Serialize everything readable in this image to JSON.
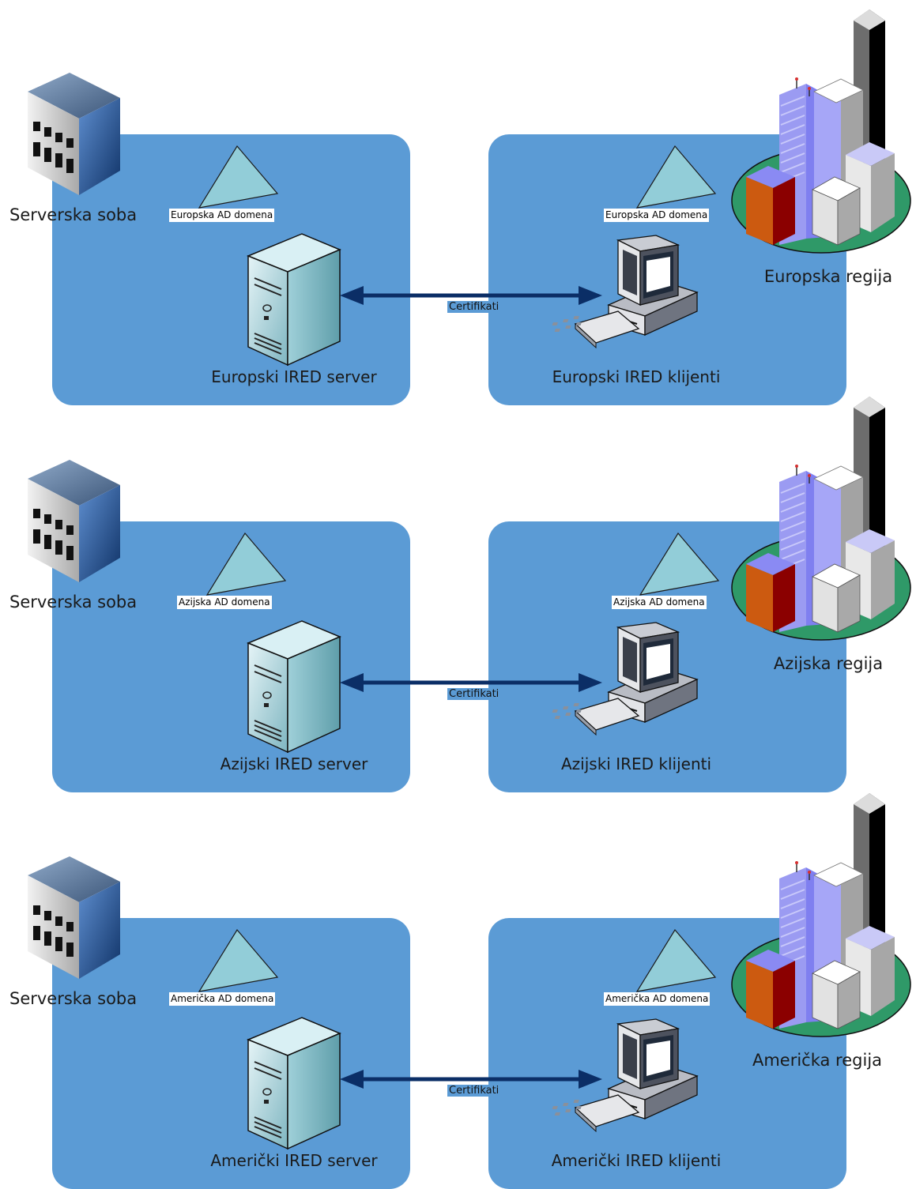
{
  "rows": [
    {
      "room_label": "Serverska soba",
      "domain_left": "Europska AD domena",
      "domain_right": "Europska AD domena",
      "server_label": "Europski IRED server",
      "client_label": "Europski IRED klijenti",
      "link_label": "Certifikati",
      "region_label": "Europska regija"
    },
    {
      "room_label": "Serverska soba",
      "domain_left": "Azijska AD domena",
      "domain_right": "Azijska AD domena",
      "server_label": "Azijski IRED server",
      "client_label": "Azijski IRED klijenti",
      "link_label": "Certifikati",
      "region_label": "Azijska regija"
    },
    {
      "room_label": "Serverska soba",
      "domain_left": "Američka AD domena",
      "domain_right": "Američka AD domena",
      "server_label": "Američki IRED server",
      "client_label": "Američki IRED klijenti",
      "link_label": "Certifikati",
      "region_label": "Američka regija"
    }
  ],
  "colors": {
    "panel": "#5b9bd5",
    "arrow": "#0b2e66",
    "domain_triangle": "#92cdd8"
  },
  "icons": [
    "office-building-icon",
    "ad-domain-icon",
    "server-tower-icon",
    "client-workstation-icon",
    "city-region-icon"
  ]
}
